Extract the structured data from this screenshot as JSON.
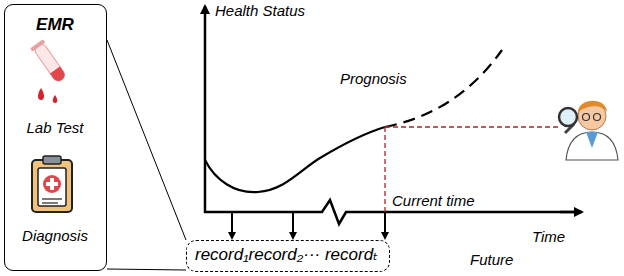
{
  "diagram": {
    "nodes": [
      {
        "text": [
          "EMR",
          "Lab Test",
          "Diagnosis"
        ]
      },
      {
        "text": [
          "record₁record₂··· recordₜ"
        ]
      }
    ],
    "edges": [
      {
        "from": 0,
        "to": 1,
        "arrow": "none"
      },
      {
        "from": 0,
        "to": 1,
        "arrow": "none"
      }
    ],
    "labels": [
      "Health Status",
      "Prognosis",
      "Current time",
      "Time",
      "Future"
    ]
  }
}
